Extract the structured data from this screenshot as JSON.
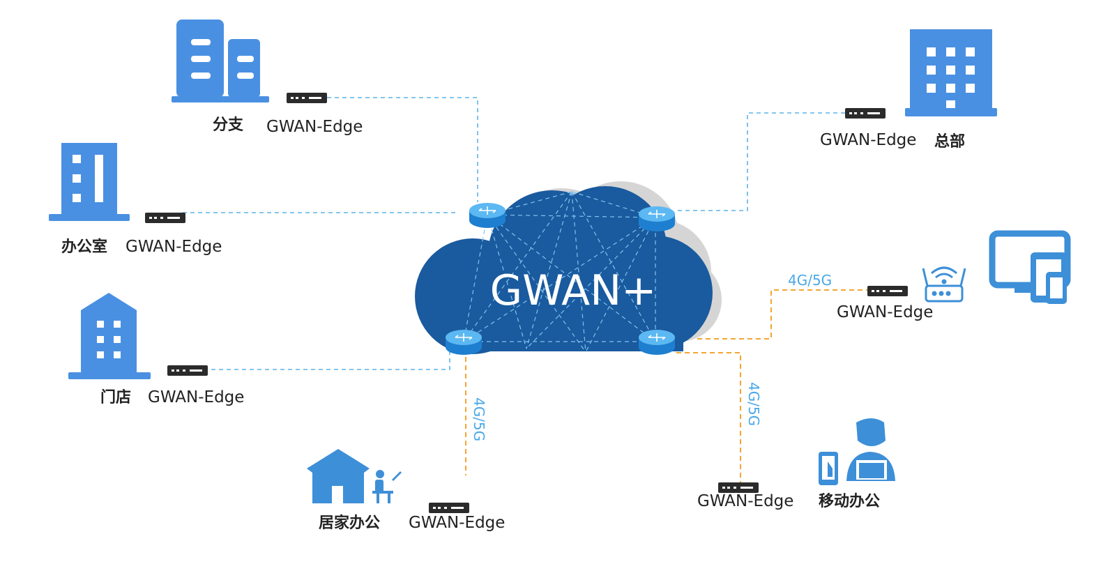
{
  "diagram": {
    "cloud_label": "GWAN+",
    "edge_label": "GWAN-Edge",
    "network_label": "4G/5G",
    "sites": {
      "branch": "分支",
      "office": "办公室",
      "store": "门店",
      "home_office": "居家办公",
      "headquarters": "总部",
      "mobile_office": "移动办公"
    },
    "colors": {
      "icon_blue": "#4a90e2",
      "cloud_blue": "#1a5a9e",
      "link_blue": "#5cb3e8",
      "link_orange": "#f2a531"
    }
  }
}
